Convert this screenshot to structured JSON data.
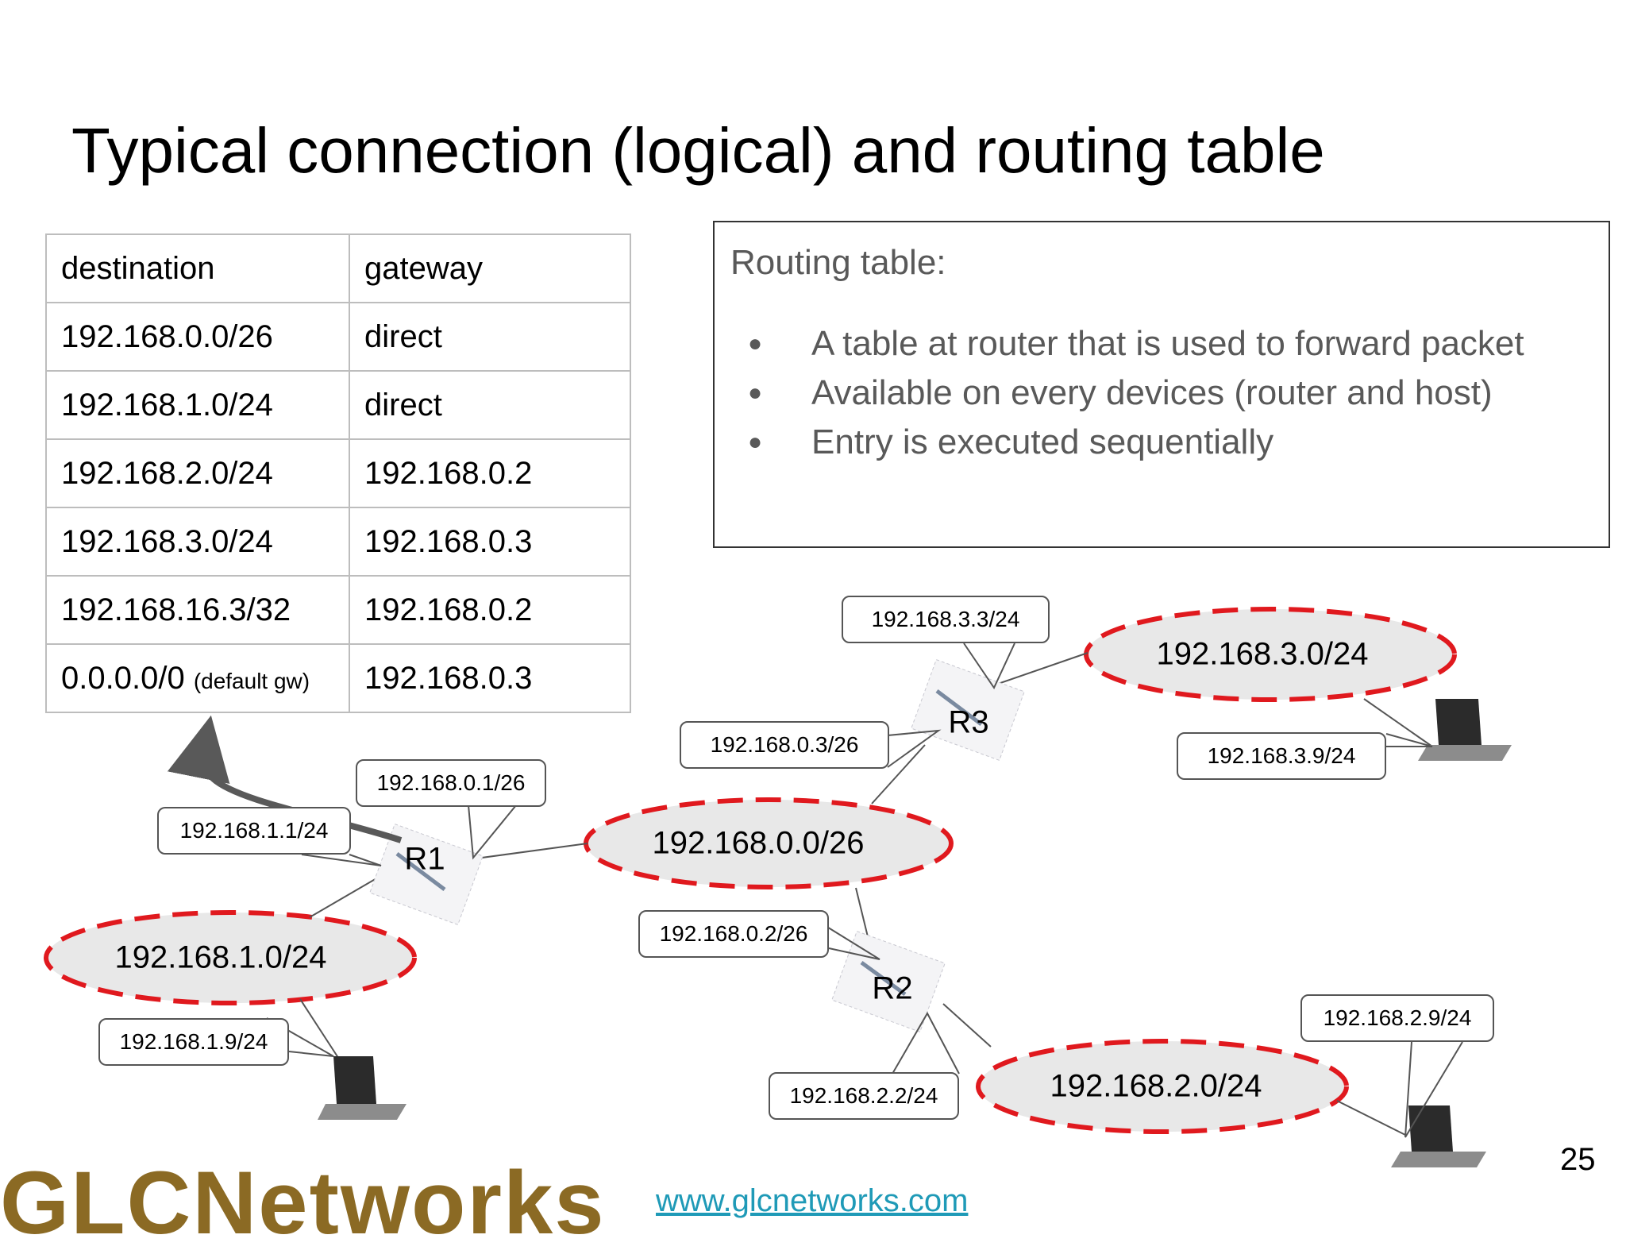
{
  "title": "Typical connection (logical) and routing table",
  "routing_table": {
    "headers": [
      "destination",
      "gateway"
    ],
    "rows": [
      {
        "destination": "192.168.0.0/26",
        "note": "",
        "gateway": "direct"
      },
      {
        "destination": "192.168.1.0/24",
        "note": "",
        "gateway": "direct"
      },
      {
        "destination": "192.168.2.0/24",
        "note": "",
        "gateway": "192.168.0.2"
      },
      {
        "destination": "192.168.3.0/24",
        "note": "",
        "gateway": "192.168.0.3"
      },
      {
        "destination": "192.168.16.3/32",
        "note": "",
        "gateway": "192.168.0.2"
      },
      {
        "destination": "0.0.0.0/0",
        "note": "(default gw)",
        "gateway": "192.168.0.3"
      }
    ]
  },
  "info_box": {
    "heading": "Routing table:",
    "bullets": [
      "A table at router that is used to forward packet",
      "Available on every devices (router and host)",
      "Entry is executed sequentially"
    ]
  },
  "network": {
    "routers": [
      "R1",
      "R2",
      "R3"
    ],
    "networks": [
      "192.168.0.0/26",
      "192.168.1.0/24",
      "192.168.2.0/24",
      "192.168.3.0/24"
    ],
    "interfaces": {
      "r1_lan0": "192.168.0.1/26",
      "r1_lan1": "192.168.1.1/24",
      "r2_lan0": "192.168.0.2/26",
      "r2_lan2": "192.168.2.2/24",
      "r3_lan0": "192.168.0.3/26",
      "r3_lan3": "192.168.3.3/24",
      "host1": "192.168.1.9/24",
      "host2": "192.168.2.9/24",
      "host3": "192.168.3.9/24"
    }
  },
  "colors": {
    "network_outline": "#e0191e",
    "network_fill": "#e8e8e8",
    "logo": "#8b6a24",
    "url": "#1f9ab7"
  },
  "logo_text": "GLCNetworks",
  "url": "www.glcnetworks.com",
  "page_number": "25"
}
